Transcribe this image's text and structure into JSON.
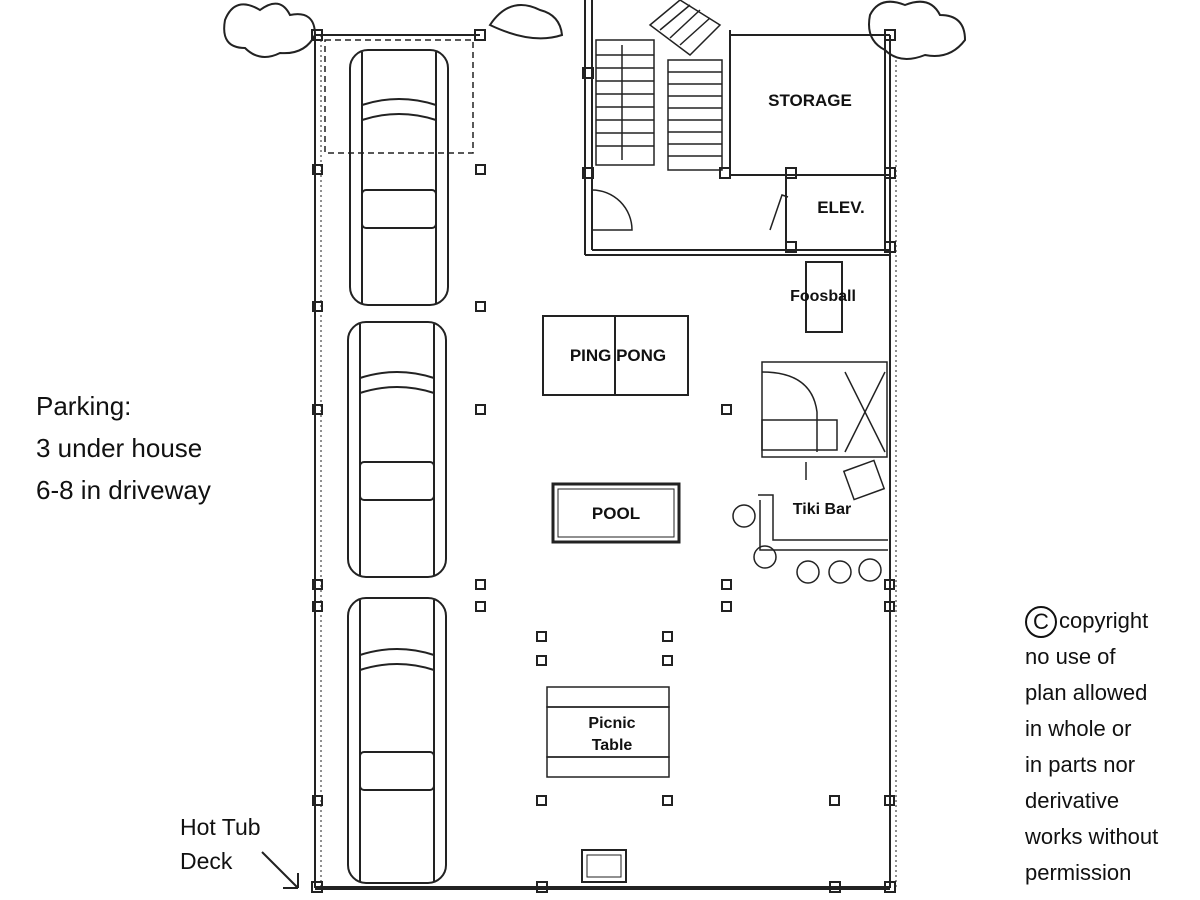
{
  "rooms": {
    "storage": "STORAGE",
    "elevator": "ELEV.",
    "foosball": "Foosball",
    "ping_pong": "PING PONG",
    "pool": "POOL",
    "tiki_bar": "Tiki Bar",
    "picnic_line1": "Picnic",
    "picnic_line2": "Table"
  },
  "parking_note": {
    "line1": "Parking:",
    "line2": "3 under house",
    "line3": "6-8 in driveway"
  },
  "hot_tub_note": {
    "line1": "Hot Tub",
    "line2": "Deck"
  },
  "copyright_note": {
    "symbol": "C",
    "line1": "copyright",
    "line2": "no use of",
    "line3": "plan allowed",
    "line4": "in whole or",
    "line5": "in parts nor",
    "line6": "derivative",
    "line7": "works without",
    "line8": "permission"
  }
}
